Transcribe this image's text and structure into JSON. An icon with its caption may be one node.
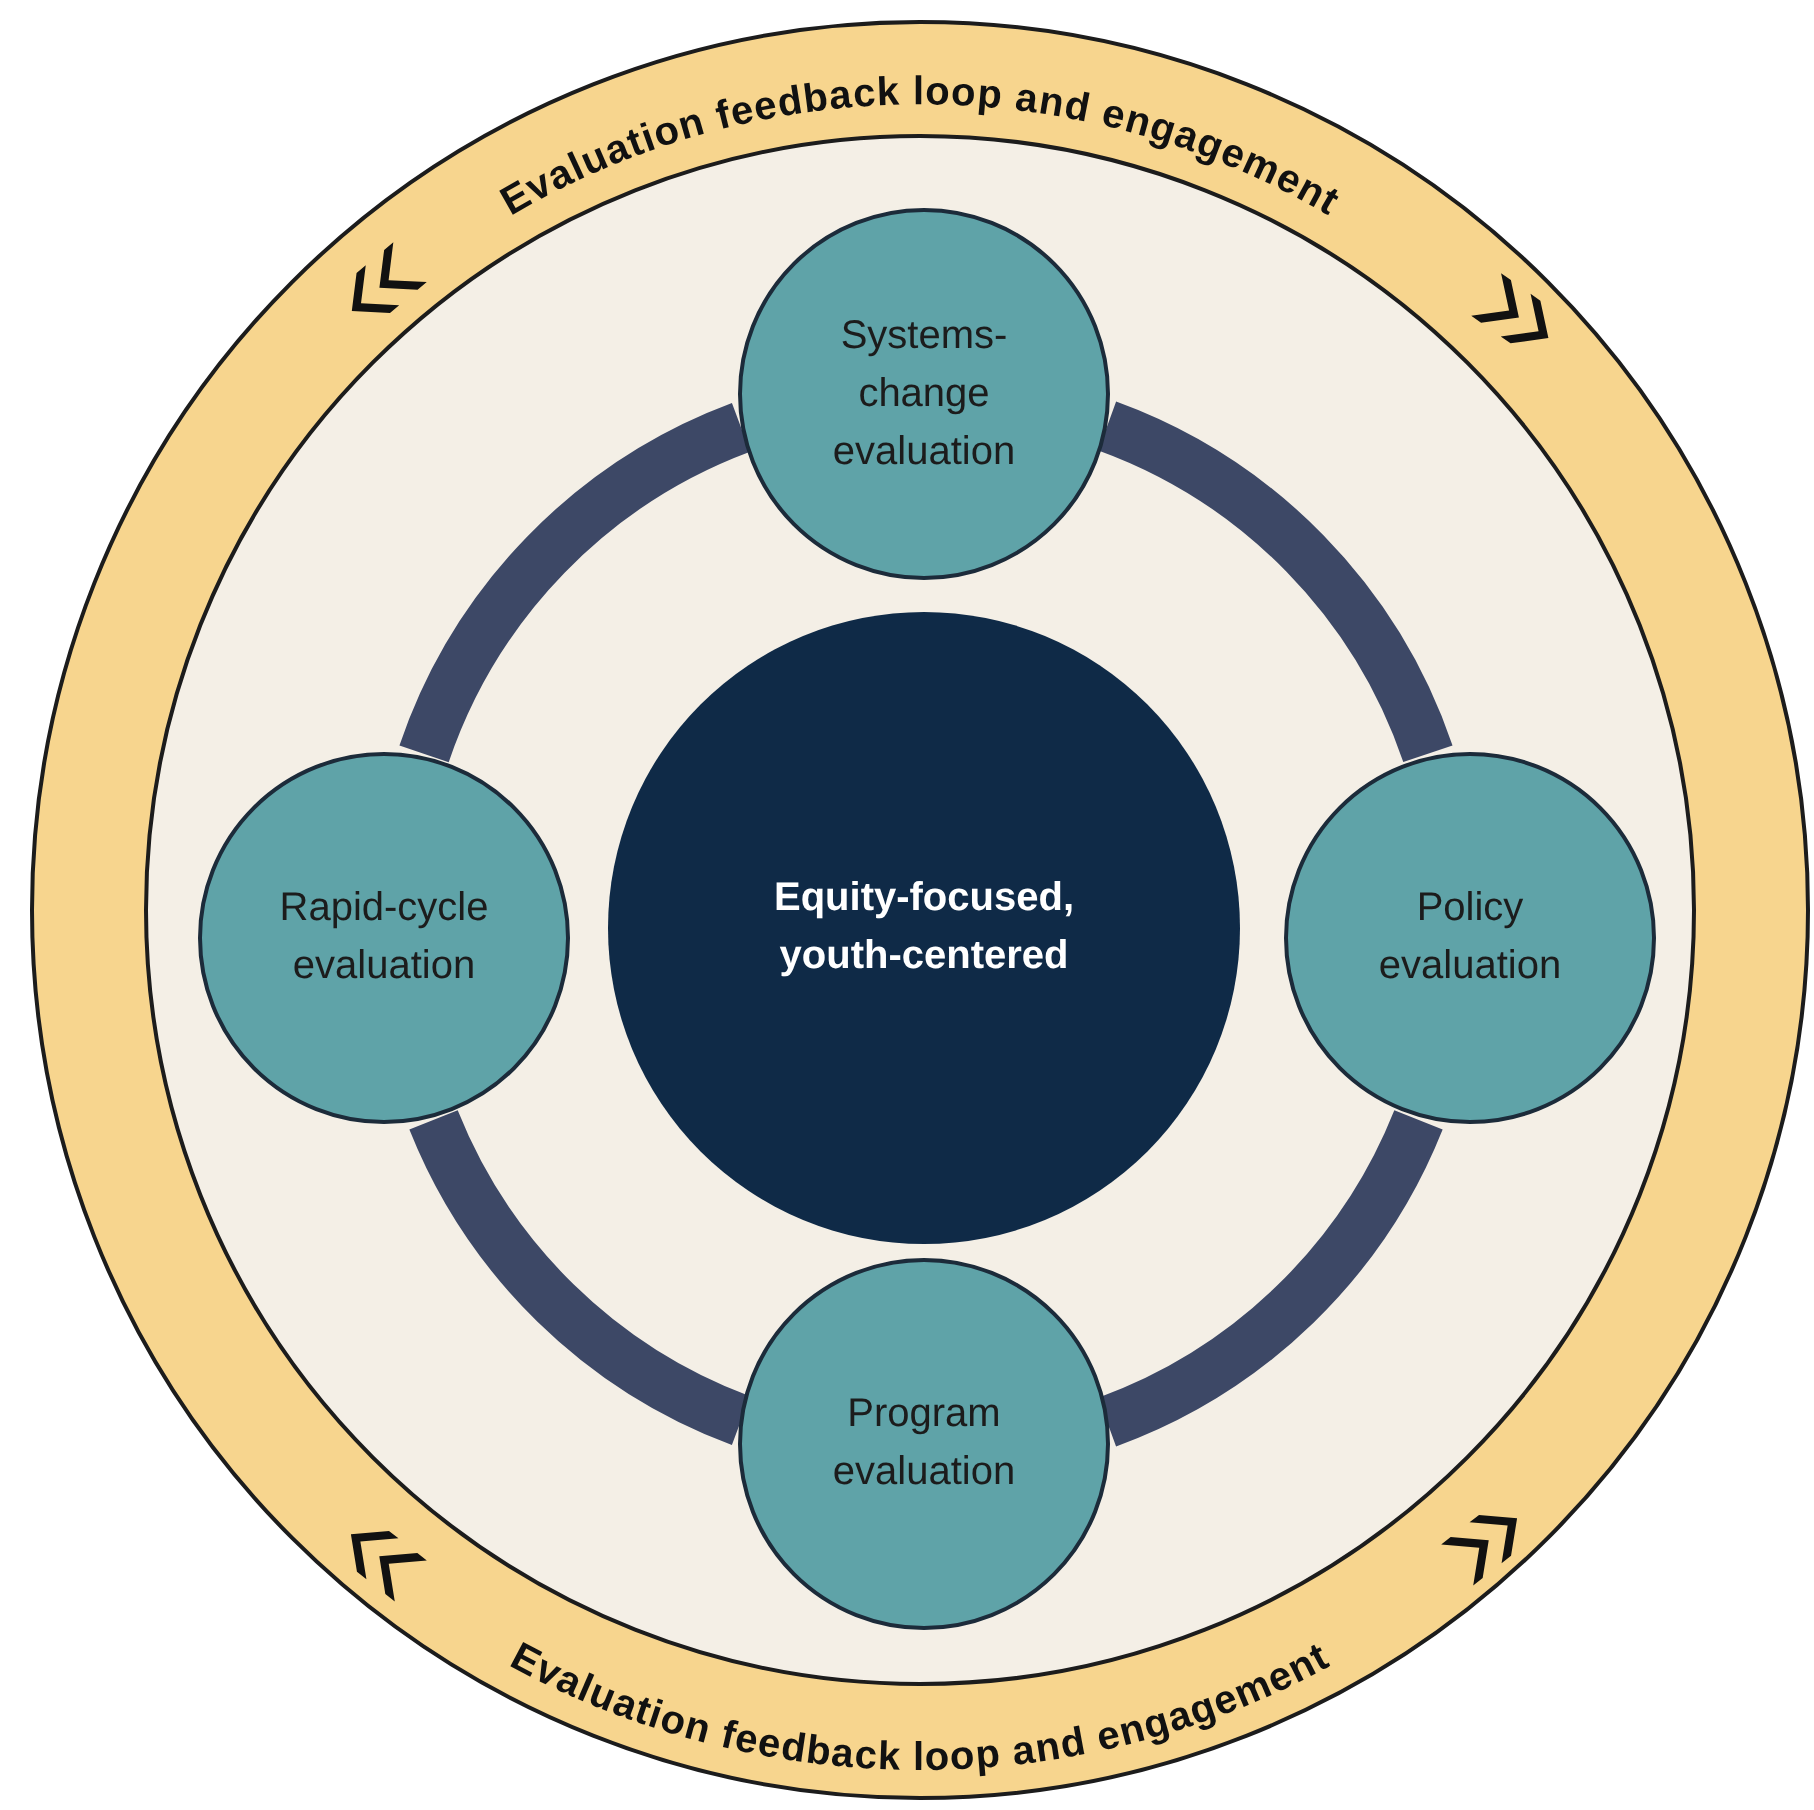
{
  "diagram": {
    "nodes": [
      {
        "text": [
          "Evaluation feedback loop and engagement",
          "Evaluation feedback loop and engagement"
        ]
      },
      {
        "text": [
          "Equity-focused, youth-centered"
        ],
        "in": 0
      },
      {
        "text": [
          "Systems-change evaluation"
        ],
        "in": 0
      },
      {
        "text": [
          "Policy evaluation"
        ],
        "in": 0
      },
      {
        "text": [
          "Program evaluation"
        ],
        "in": 0
      },
      {
        "text": [
          "Rapid-cycle evaluation"
        ],
        "in": 0
      }
    ],
    "edges": [
      {
        "from": 2,
        "to": 3,
        "arrow": "none"
      },
      {
        "from": 3,
        "to": 4,
        "arrow": "none"
      },
      {
        "from": 4,
        "to": 5,
        "arrow": "none"
      },
      {
        "from": 5,
        "to": 2,
        "arrow": "none"
      }
    ]
  }
}
